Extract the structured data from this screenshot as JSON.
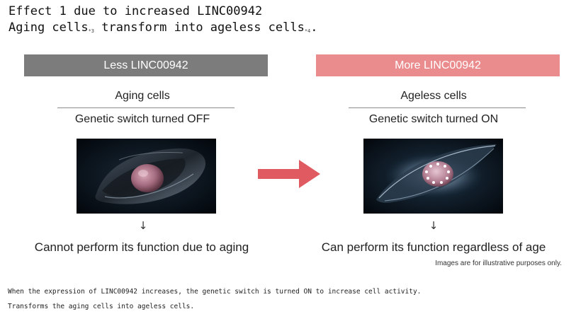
{
  "title": {
    "line1": "Effect 1 due to increased LINC00942",
    "line2_part1": "Aging cells",
    "line2_sup1": "*3",
    "line2_part2": " transform into ageless cells",
    "line2_sup2": "*4",
    "line2_end": "."
  },
  "left": {
    "header": "Less LINC00942",
    "cell_type": "Aging cells",
    "switch_state": "Genetic switch turned OFF",
    "arrow": "↓",
    "result": "Cannot perform its function due to aging"
  },
  "right": {
    "header": "More LINC00942",
    "cell_type": "Ageless cells",
    "switch_state": "Genetic switch turned ON",
    "arrow": "↓",
    "result": "Can perform its function regardless of age"
  },
  "disclaimer": "Images are for illustrative purposes only.",
  "captions": [
    "When the expression of LINC00942 increases, the genetic switch is turned ON to increase cell activity.",
    "Transforms the aging cells into ageless cells."
  ],
  "colors": {
    "less_header_bg": "#7c7c7c",
    "more_header_bg": "#ea8b8d",
    "arrow_color": "#e05a62"
  }
}
